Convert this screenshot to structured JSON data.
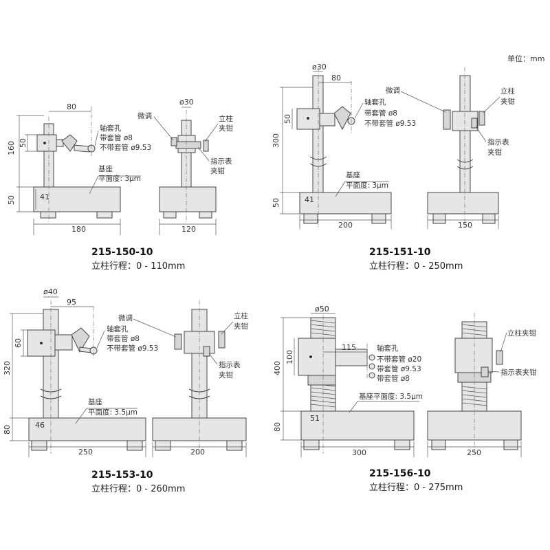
{
  "unit_label": "单位：mm",
  "panels": [
    {
      "model": "215-150-10",
      "travel": "立柱行程：0 - 110mm",
      "dims": {
        "height_total": "160",
        "clamp_h": "50",
        "base_h": "50",
        "arm": "80",
        "base_w": "180",
        "col_dia": "ø30",
        "offset": "41",
        "side_w": "120"
      },
      "labels": {
        "fine": "微调",
        "stem_hole": "轴套孔",
        "with_sleeve": "带套管 ø8",
        "without_sleeve": "不带套管 ø9.53",
        "column": "立柱",
        "column_clamp": "夹钳",
        "ind_clamp1": "指示表",
        "ind_clamp2": "夹钳",
        "base": "基座",
        "flatness": "平面度: 3μm"
      }
    },
    {
      "model": "215-151-10",
      "travel": "立柱行程：0 - 250mm",
      "dims": {
        "height_total": "300",
        "clamp_h": "50",
        "base_h": "50",
        "arm": "80",
        "base_w": "200",
        "col_dia": "ø30",
        "offset": "41",
        "side_w": "150"
      },
      "labels": {
        "fine": "微调",
        "stem_hole": "轴套孔",
        "with_sleeve": "带套管 ø8",
        "without_sleeve": "不带套管 ø9.53",
        "column": "立柱",
        "column_clamp": "夹钳",
        "ind_clamp1": "指示表",
        "ind_clamp2": "夹钳",
        "base": "基座",
        "flatness": "平面度: 3μm"
      }
    },
    {
      "model": "215-153-10",
      "travel": "立柱行程：0 - 260mm",
      "dims": {
        "height_total": "320",
        "clamp_h": "60",
        "base_h": "80",
        "arm": "95",
        "base_w": "250",
        "col_dia": "ø40",
        "offset": "46",
        "side_w": "200"
      },
      "labels": {
        "fine": "微调",
        "stem_hole": "轴套孔",
        "with_sleeve": "带套管 ø8",
        "without_sleeve": "不带套管 ø9.53",
        "column": "立柱",
        "column_clamp": "夹钳",
        "ind_clamp1": "指示表",
        "ind_clamp2": "夹钳",
        "base": "基座",
        "flatness": "平面度: 3.5μm"
      }
    },
    {
      "model": "215-156-10",
      "travel": "立柱行程：0 - 275mm",
      "dims": {
        "height_total": "400",
        "clamp_h": "100",
        "base_h": "80",
        "arm": "115",
        "base_w": "300",
        "col_dia": "ø50",
        "offset": "51",
        "side_w": "250"
      },
      "labels": {
        "stem_hole": "轴套孔",
        "sleeve_20": "不带套管 ø20",
        "sleeve_953": "带套管 ø9.53",
        "sleeve_8": "带套管 ø8",
        "column_clamp": "立柱夹钳",
        "ind_clamp": "指示表夹钳",
        "base_flatness": "基座平面度: 3.5μm"
      }
    }
  ]
}
